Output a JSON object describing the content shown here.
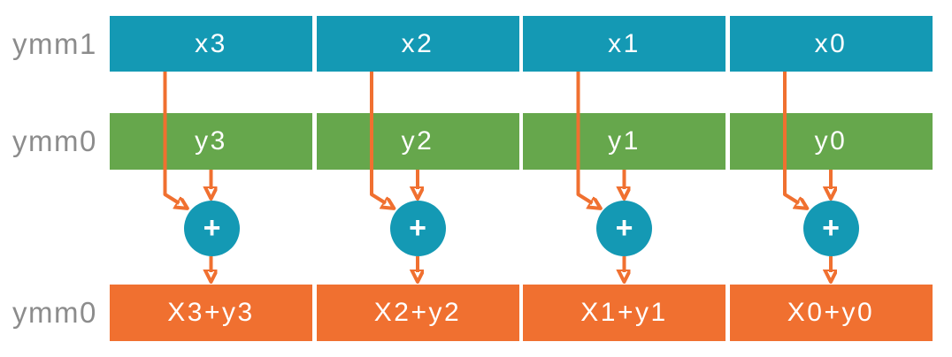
{
  "diagram": {
    "registers": [
      {
        "label": "ymm1",
        "lanes": [
          "x3",
          "x2",
          "x1",
          "x0"
        ]
      },
      {
        "label": "ymm0",
        "lanes": [
          "y3",
          "y2",
          "y1",
          "y0"
        ]
      },
      {
        "label": "ymm0",
        "lanes": [
          "X3+y3",
          "X2+y2",
          "X1+y1",
          "X0+y0"
        ]
      }
    ],
    "operator": "+"
  },
  "colors": {
    "src1-fill": "#1499B4",
    "src2-fill": "#66A74C",
    "dest-fill": "#F07030",
    "arrow": "#F07030",
    "label-gray": "#8C8C8C",
    "lane-text": "#FFFFFF"
  }
}
